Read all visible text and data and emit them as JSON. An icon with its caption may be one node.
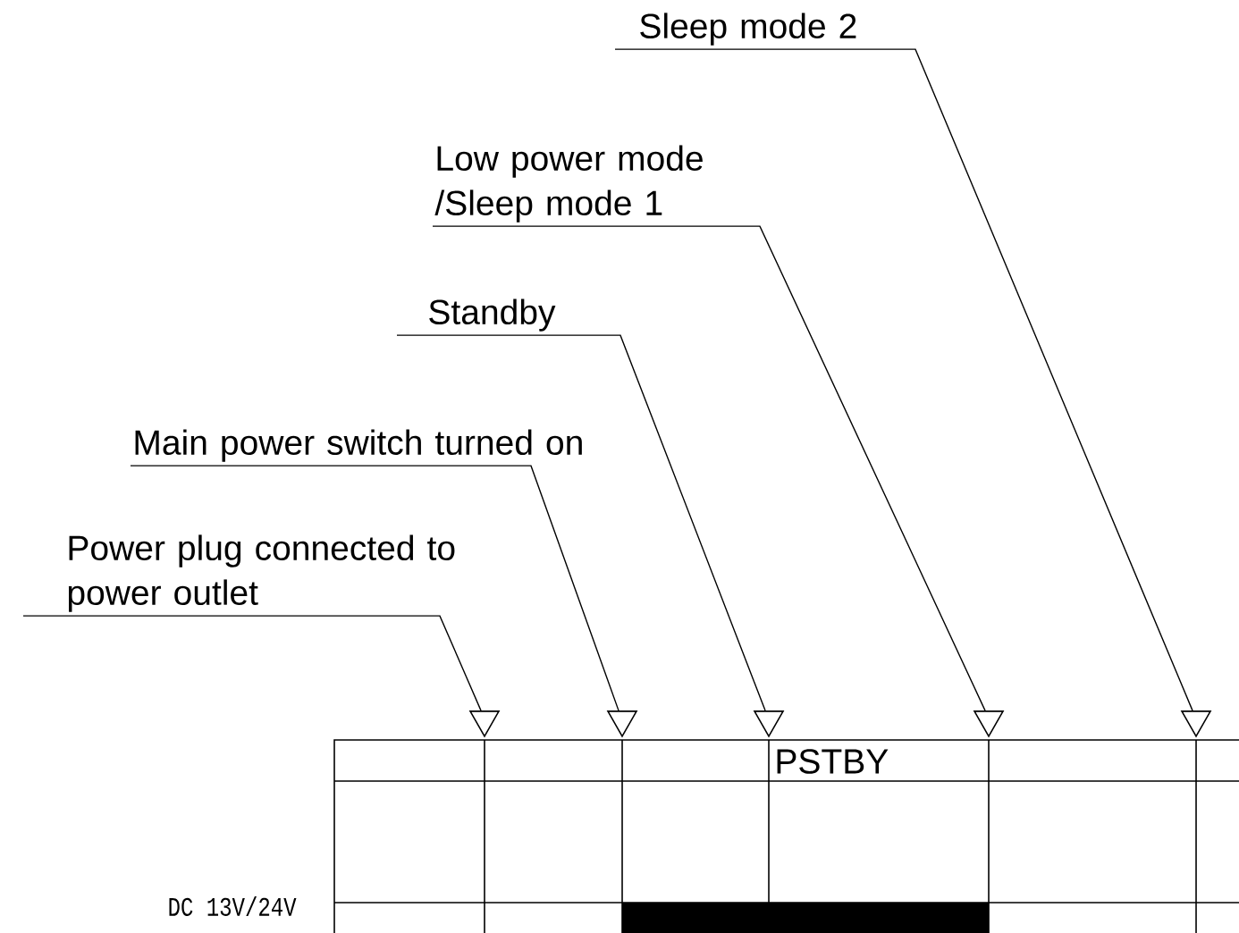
{
  "diagram": {
    "nodes": [
      {
        "text": [
          "Sleep mode 2"
        ]
      },
      {
        "text": [
          "Low power mode /Sleep mode 1"
        ]
      },
      {
        "text": [
          "Standby"
        ]
      },
      {
        "text": [
          "Main power switch turned on"
        ]
      },
      {
        "text": [
          "Power plug connected to power outlet"
        ]
      },
      {
        "text": [],
        "shape": "triangle"
      },
      {
        "text": [],
        "shape": "triangle"
      },
      {
        "text": [],
        "shape": "triangle"
      },
      {
        "text": [],
        "shape": "triangle"
      },
      {
        "text": [],
        "shape": "triangle"
      }
    ],
    "edges": [
      {
        "from": 0,
        "to": 9,
        "arrow": "none"
      },
      {
        "from": 1,
        "to": 8,
        "arrow": "none"
      },
      {
        "from": 2,
        "to": 7,
        "arrow": "none"
      },
      {
        "from": 3,
        "to": 6,
        "arrow": "none"
      },
      {
        "from": 4,
        "to": 5,
        "arrow": "none"
      }
    ],
    "labels": [
      "PSTBY",
      "DC 13V/24V"
    ]
  }
}
